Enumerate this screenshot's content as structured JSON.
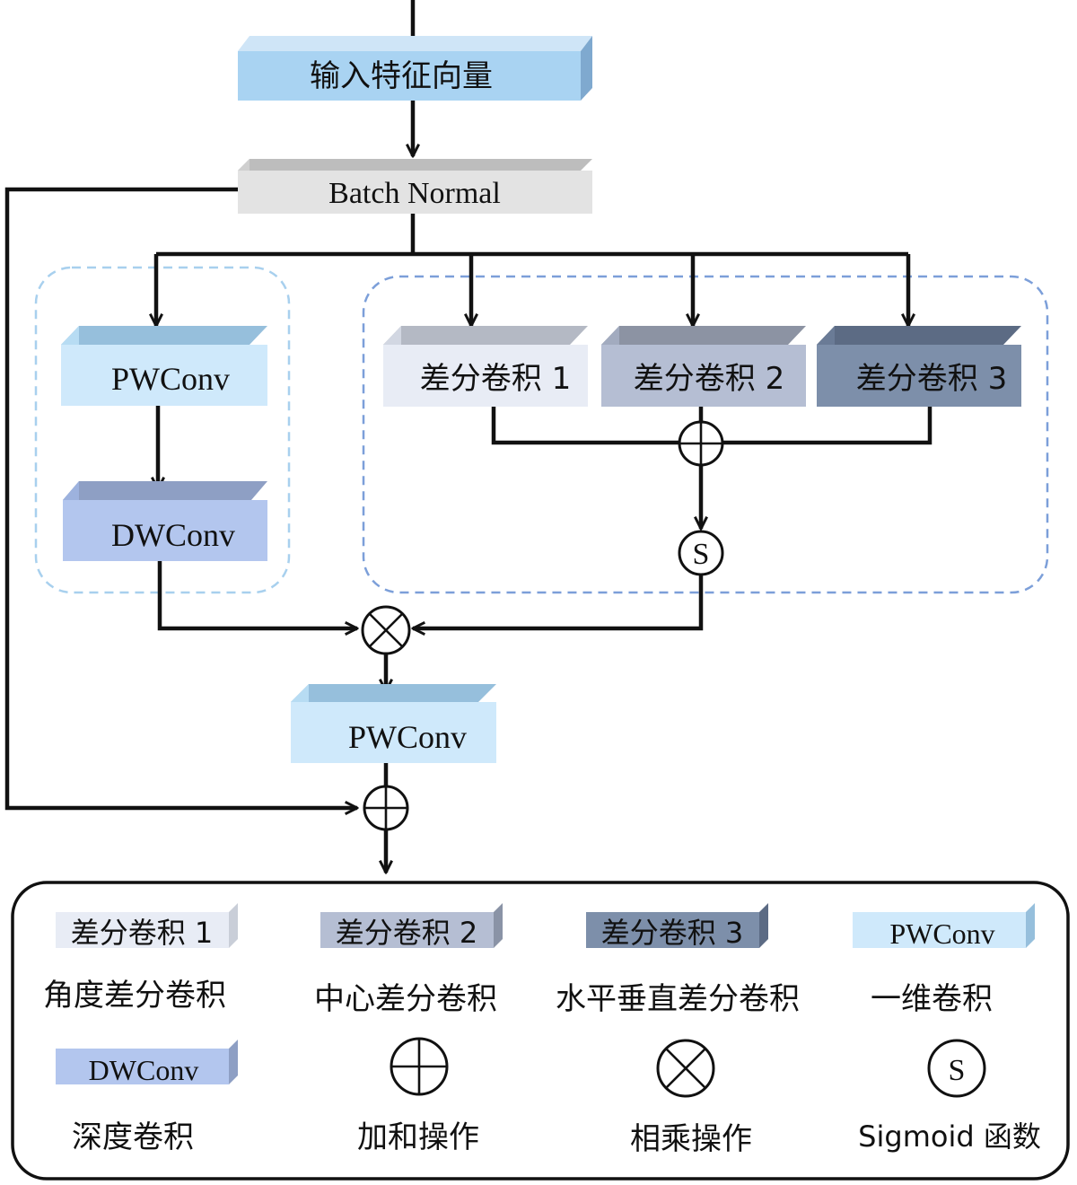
{
  "nodes": {
    "input": "输入特征向量",
    "batch_norm": "Batch Normal",
    "pwconv_left": "PWConv",
    "dwconv": "DWConv",
    "diff_conv_1": "差分卷积 1",
    "diff_conv_2": "差分卷积 2",
    "diff_conv_3": "差分卷积 3",
    "sigmoid_symbol": "S",
    "pwconv_bottom": "PWConv"
  },
  "legend": [
    {
      "symbol": "差分卷积 1",
      "label": "角度差分卷积"
    },
    {
      "symbol": "差分卷积 2",
      "label": "中心差分卷积"
    },
    {
      "symbol": "差分卷积 3",
      "label": "水平垂直差分卷积"
    },
    {
      "symbol": "PWConv",
      "label": "一维卷积"
    },
    {
      "symbol": "DWConv",
      "label": "深度卷积"
    },
    {
      "symbol": "plus-operator",
      "label": "加和操作"
    },
    {
      "symbol": "multiply-operator",
      "label": "相乘操作"
    },
    {
      "symbol": "S",
      "label": "Sigmoid 函数"
    }
  ],
  "colors": {
    "input": "#a9d3f2",
    "batch_norm": "#e2e2e2",
    "pwconv": "#cfe9fb",
    "dwconv": "#b3c6ee",
    "diff_conv_1": "#e6eaf4",
    "diff_conv_2": "#b5bed3",
    "diff_conv_3": "#7d8faa",
    "group_left_border": "#a8d0ee",
    "group_right_border": "#7c9fd9"
  }
}
